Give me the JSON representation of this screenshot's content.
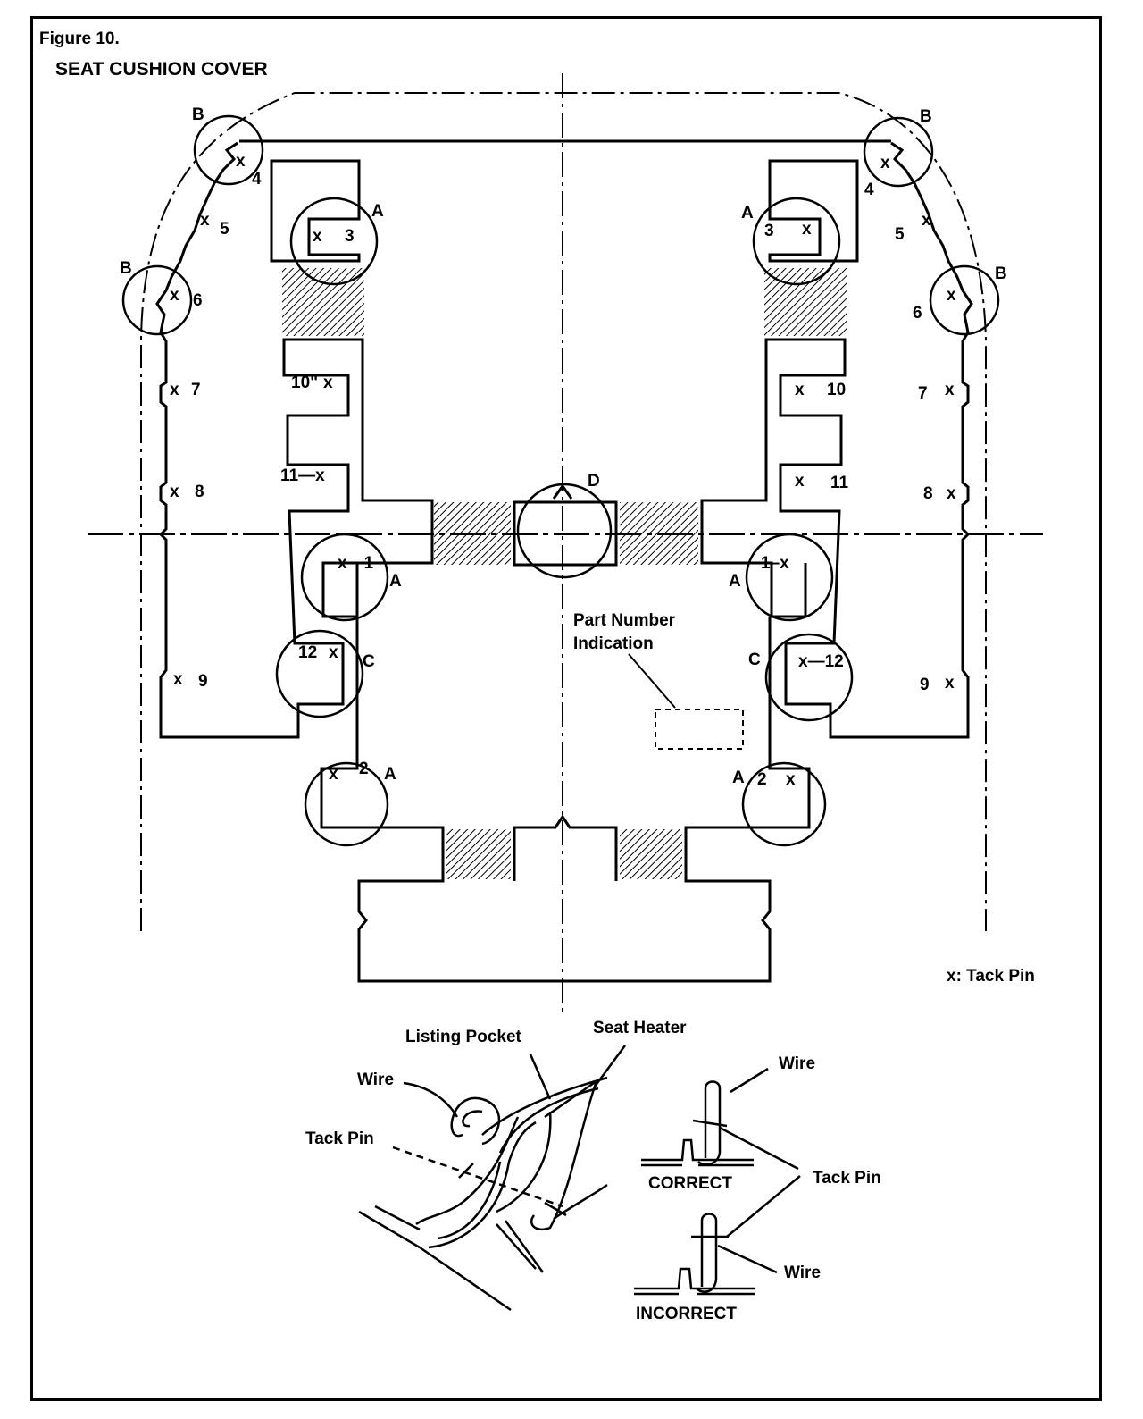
{
  "figure": {
    "label": "Figure 10.",
    "title": "SEAT CUSHION COVER"
  },
  "legend": {
    "tack_pin": "x: Tack Pin"
  },
  "markers": {
    "x": "x",
    "A": "A",
    "B": "B",
    "C": "C",
    "D": "D",
    "n1": "1",
    "n2": "2",
    "n3": "3",
    "n4": "4",
    "n5": "5",
    "n6": "6",
    "n7": "7",
    "n8": "8",
    "n9": "9",
    "n10": "10",
    "n11": "11",
    "n12": "12",
    "n10q": "10\"",
    "x_dash_1": "x—1",
    "one_dash_x": "1–x",
    "eleven_dash_x": "11—x",
    "x_dash_12": "x—12"
  },
  "part_number": {
    "line1": "Part Number",
    "line2": "Indication"
  },
  "detail": {
    "listing_pocket": "Listing Pocket",
    "seat_heater": "Seat Heater",
    "wire": "Wire",
    "tack_pin": "Tack Pin",
    "correct": "CORRECT",
    "incorrect": "INCORRECT"
  },
  "colors": {
    "line": "#000000",
    "background": "#ffffff"
  }
}
